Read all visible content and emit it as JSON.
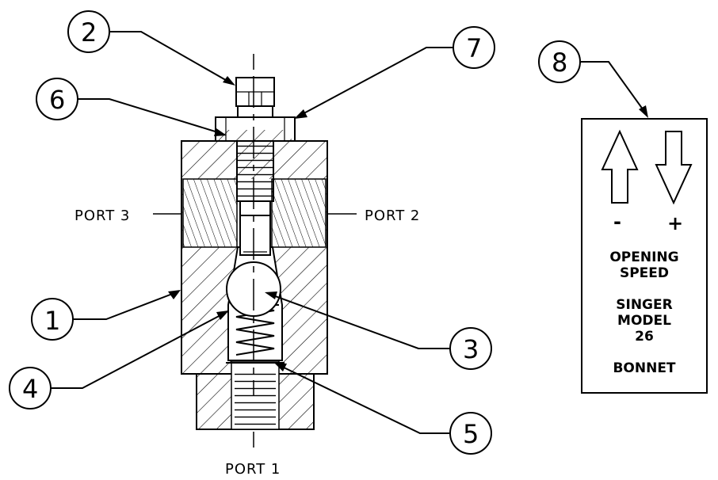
{
  "callouts": {
    "c1": "1",
    "c2": "2",
    "c3": "3",
    "c4": "4",
    "c5": "5",
    "c6": "6",
    "c7": "7",
    "c8": "8"
  },
  "ports": {
    "port1": "PORT 1",
    "port2": "PORT 2",
    "port3": "PORT 3"
  },
  "plate": {
    "minus": "-",
    "plus": "+",
    "line1": "OPENING",
    "line2": "SPEED",
    "line3": "SINGER",
    "line4": "MODEL",
    "line5": "26",
    "line6": "BONNET"
  }
}
